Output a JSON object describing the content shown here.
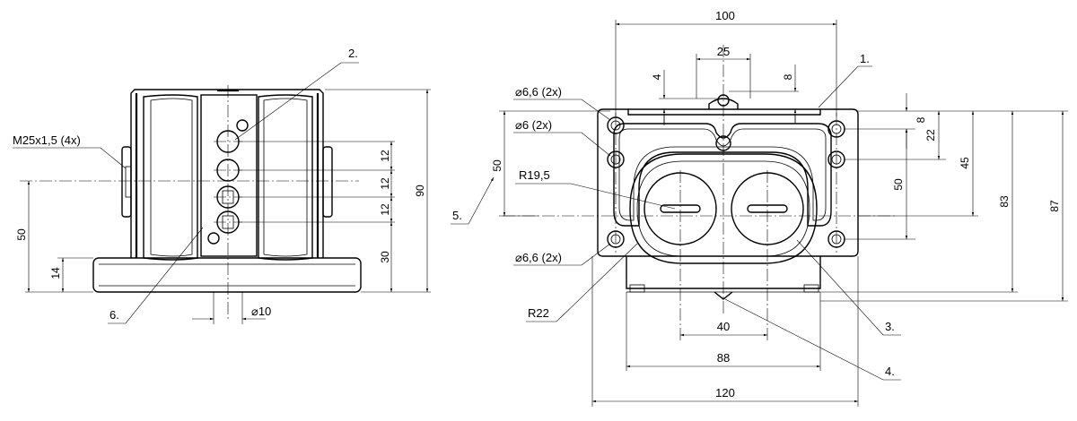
{
  "left_view": {
    "thread_label": "M25x1,5 (4x)",
    "callout_2": "2.",
    "callout_6": "6.",
    "dim_12a": "12",
    "dim_12b": "12",
    "dim_12c": "12",
    "dim_30": "30",
    "dim_90": "90",
    "dim_50": "50",
    "dim_14": "14",
    "dim_d10": "⌀10"
  },
  "right_view": {
    "dim_100": "100",
    "dim_25": "25",
    "dim_4": "4",
    "dim_8_top": "8",
    "callout_1": "1.",
    "hole_66_top": "⌀6,6 (2x)",
    "hole_6": "⌀6 (2x)",
    "dim_50_left": "50",
    "radius_195": "R19,5",
    "callout_5": "5.",
    "hole_66_bottom": "⌀6,6 (2x)",
    "radius_22": "R22",
    "dim_8_right": "8",
    "dim_22": "22",
    "dim_45": "45",
    "dim_50_right": "50",
    "dim_83": "83",
    "dim_87": "87",
    "dim_40": "40",
    "dim_88": "88",
    "dim_120": "120",
    "callout_3": "3.",
    "callout_4": "4."
  }
}
